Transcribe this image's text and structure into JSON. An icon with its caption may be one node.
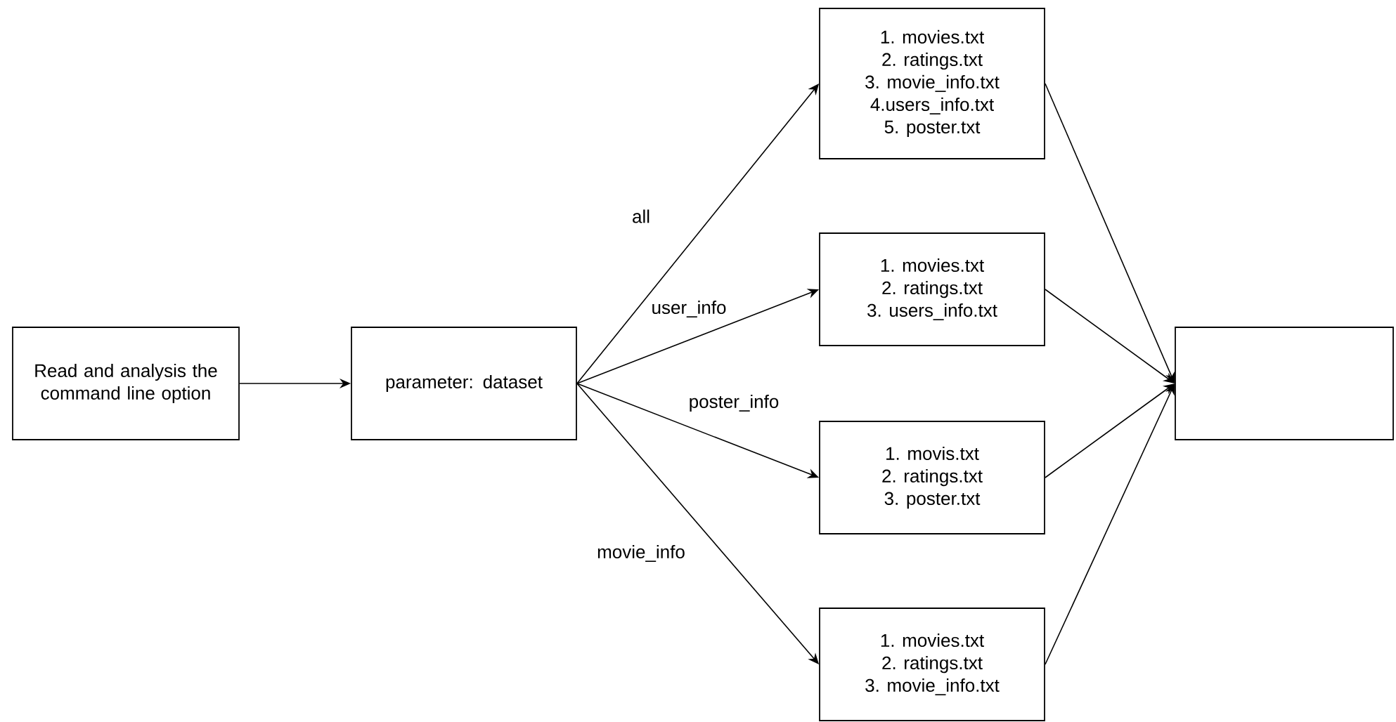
{
  "diagram": {
    "nodes": [
      {
        "text": [
          "Read and analysis the command line option"
        ]
      },
      {
        "text": [
          "parameter: dataset"
        ]
      },
      {
        "text": [
          "1. movies.txt",
          "2. ratings.txt",
          "3. movie_info.txt",
          "4.users_info.txt",
          "5. poster.txt"
        ]
      },
      {
        "text": [
          "1. movies.txt",
          "2. ratings.txt",
          "3. users_info.txt"
        ]
      },
      {
        "text": [
          "1. movis.txt",
          "2. ratings.txt",
          "3. poster.txt"
        ]
      },
      {
        "text": [
          "1. movies.txt",
          "2. ratings.txt",
          "3. movie_info.txt"
        ]
      },
      {
        "text": [],
        "shape": "box"
      }
    ],
    "edges": [
      {
        "from": 0,
        "to": 1,
        "arrow": "to"
      },
      {
        "from": 1,
        "to": 2,
        "arrow": "to",
        "label": "all"
      },
      {
        "from": 1,
        "to": 3,
        "arrow": "to",
        "label": "user_info"
      },
      {
        "from": 1,
        "to": 4,
        "arrow": "to",
        "label": "poster_info"
      },
      {
        "from": 1,
        "to": 5,
        "arrow": "to",
        "label": "movie_info"
      },
      {
        "from": 2,
        "to": 6,
        "arrow": "to"
      },
      {
        "from": 3,
        "to": 6,
        "arrow": "to"
      },
      {
        "from": 4,
        "to": 6,
        "arrow": "to"
      },
      {
        "from": 5,
        "to": 6,
        "arrow": "to"
      }
    ]
  }
}
